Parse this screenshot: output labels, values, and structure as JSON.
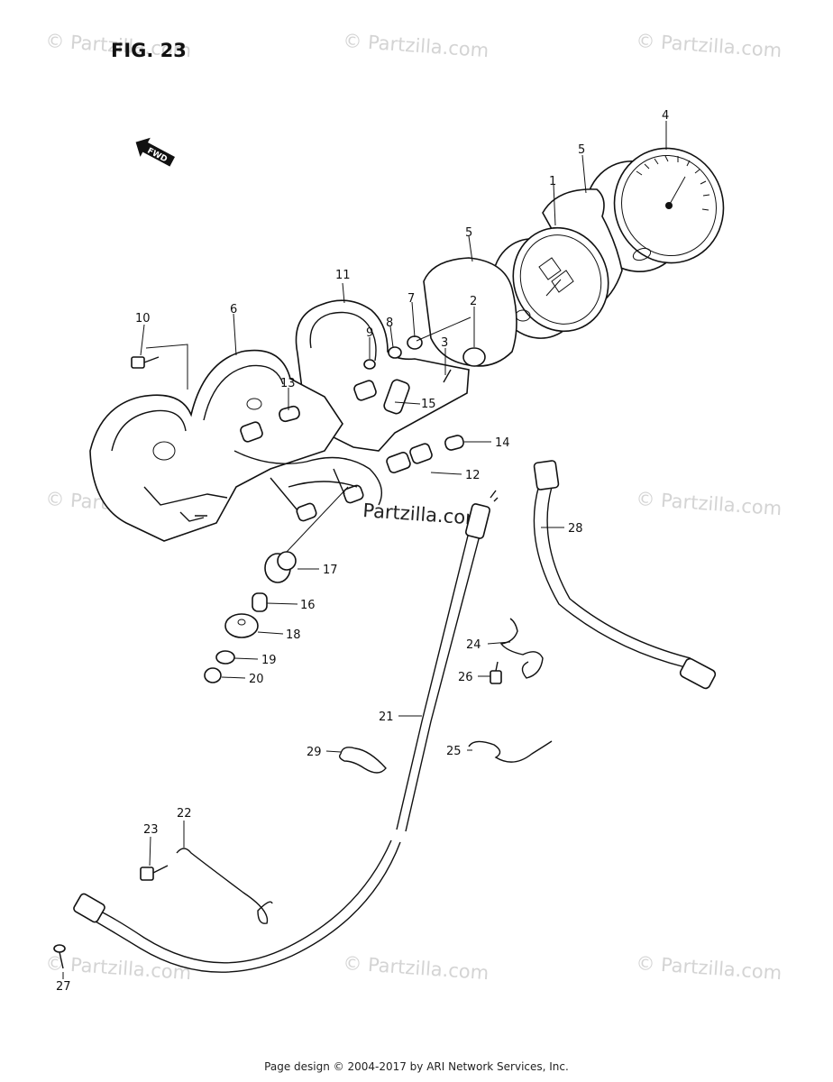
{
  "figure": {
    "title": "FIG. 23"
  },
  "fwd_arrow": {
    "label": "FWD",
    "icon": "forward-direction-arrow-icon"
  },
  "watermarks": [
    "© Partzilla.com",
    "© Partzilla.com",
    "© Partzilla.com",
    "© Partzilla.com",
    "© Partzilla.com",
    "© Partzilla.com",
    "© Partzilla.com",
    "© Partzilla.com",
    "Partzilla.com"
  ],
  "part_labels": [
    "1",
    "2",
    "3",
    "4",
    "5",
    "5",
    "6",
    "7",
    "8",
    "9",
    "10",
    "11",
    "12",
    "13",
    "14",
    "15",
    "16",
    "17",
    "18",
    "19",
    "20",
    "21",
    "22",
    "23",
    "24",
    "25",
    "26",
    "27",
    "28",
    "29"
  ],
  "footer": {
    "text": "Page design © 2004-2017 by ARI Network Services, Inc."
  }
}
